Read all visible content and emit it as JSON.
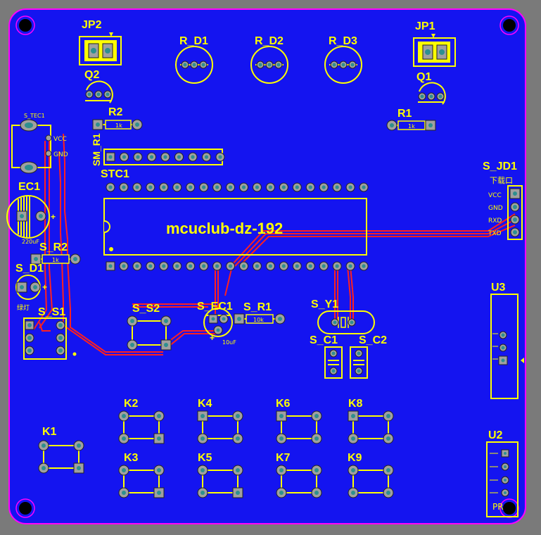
{
  "board": {
    "colors": {
      "background": "#7a7a7a",
      "copper": "#1414f0",
      "outline": "#ff00ff",
      "silk": "#ffff00",
      "trace": "#ff2020",
      "pad": "#a0a0a0",
      "pad_center": "#2d8f8f"
    }
  },
  "labels": {
    "jp2": "JP2",
    "jp1": "JP1",
    "q2": "Q2",
    "q1": "Q1",
    "rd1": "R_D1",
    "rd2": "R_D2",
    "rd3": "R_D3",
    "r2": "R2",
    "r1": "R1",
    "sm_r1": "SM_R1",
    "stc1": "STC1",
    "s_tec1": "S_TEC1",
    "vcc_small": "VCC",
    "gnd_small": "GND",
    "ec1": "EC1",
    "ec1_value": "220uF",
    "s_r2": "S_R2",
    "s_d1": "S_D1",
    "s_d1_note": "绿灯",
    "s_s1": "S_S1",
    "s_s2": "S_S2",
    "s_ec1": "S_EC1",
    "s_ec1_value": "10uF",
    "s_r1": "S_R1",
    "s_y1": "S_Y1",
    "s_c1": "S_C1",
    "s_c2": "S_C2",
    "s_jd1": "S_JD1",
    "s_jd1_title": "下载口",
    "jd_pins": [
      "VCC",
      "GND",
      "RXD",
      "TXD"
    ],
    "u3": "U3",
    "u2": "U2",
    "pr": "PR",
    "chip_text": "mcuclub-dz-192",
    "res_1k": "1k",
    "res_10k": "10k",
    "plus": "+",
    "keys": [
      "K1",
      "K2",
      "K3",
      "K4",
      "K5",
      "K6",
      "K7",
      "K8",
      "K9"
    ]
  }
}
